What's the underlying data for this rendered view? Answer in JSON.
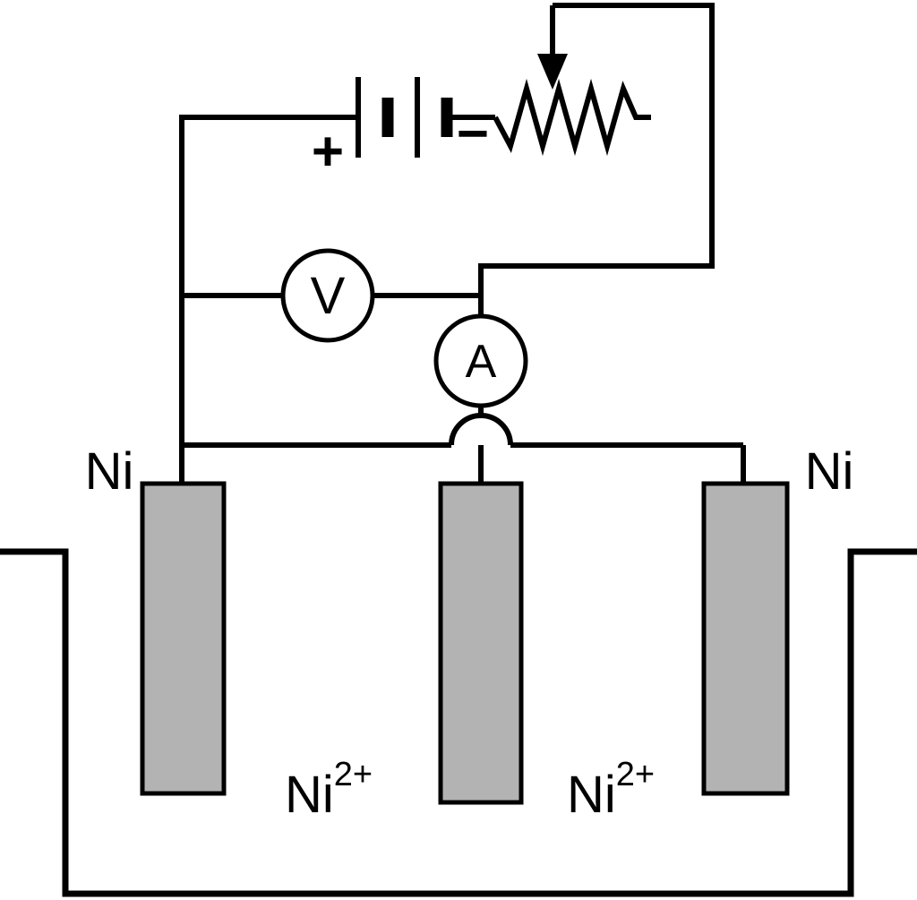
{
  "page": {
    "background": "#ffffff"
  },
  "diagram": {
    "type": "electrolysis-cell-circuit",
    "colors": {
      "wire": "#000000",
      "electrode_fill": "#b3b3b3",
      "electrode_stroke": "#000000",
      "meter_fill": "#ffffff"
    },
    "meters": {
      "voltmeter_label": "V",
      "ammeter_label": "A"
    },
    "battery": {
      "positive_label": "+",
      "negative_label": "−"
    },
    "electrodes": {
      "left_label": "Ni",
      "right_label": "Ni"
    },
    "solution_ions": [
      {
        "base": "Ni",
        "superscript": "2+"
      },
      {
        "base": "Ni",
        "superscript": "2+"
      }
    ]
  }
}
